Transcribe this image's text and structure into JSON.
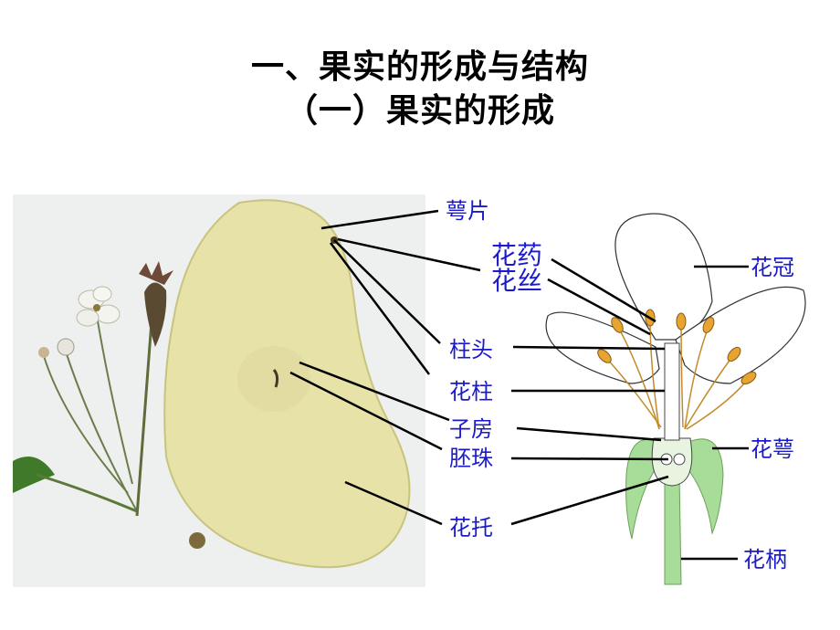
{
  "title": "一、果实的形成与结构",
  "subtitle": "（一）果实的形成",
  "labels": {
    "sepal": "萼片",
    "anther": "花药",
    "filament": "花丝",
    "stigma": "柱头",
    "style": "花柱",
    "ovary": "子房",
    "ovule": "胚珠",
    "receptacle": "花托",
    "corolla": "花冠",
    "calyx": "花萼",
    "pedicel": "花柄"
  },
  "colors": {
    "label": "#1a1acc",
    "pear": "#e6e2a8",
    "stem": "#9fd28f",
    "stamen": "#e6a531"
  }
}
